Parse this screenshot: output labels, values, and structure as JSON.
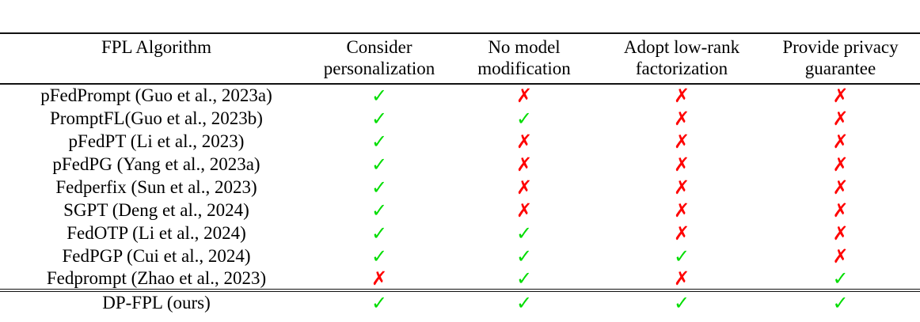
{
  "page": {
    "background": "#ffffff"
  },
  "table": {
    "columns": [
      "FPL Algorithm",
      "Consider personalization",
      "No model modification",
      "Adopt low-rank factorization",
      "Provide privacy guarantee"
    ],
    "rows": [
      {
        "algorithm": "pFedPrompt (Guo et al., 2023a)",
        "marks": [
          "check",
          "cross",
          "cross",
          "cross"
        ],
        "final": false
      },
      {
        "algorithm": "PromptFL(Guo et al., 2023b)",
        "marks": [
          "check",
          "check",
          "cross",
          "cross"
        ],
        "final": false
      },
      {
        "algorithm": "pFedPT (Li et al., 2023)",
        "marks": [
          "check",
          "cross",
          "cross",
          "cross"
        ],
        "final": false
      },
      {
        "algorithm": "pFedPG (Yang et al., 2023a)",
        "marks": [
          "check",
          "cross",
          "cross",
          "cross"
        ],
        "final": false
      },
      {
        "algorithm": "Fedperfix (Sun et al., 2023)",
        "marks": [
          "check",
          "cross",
          "cross",
          "cross"
        ],
        "final": false
      },
      {
        "algorithm": "SGPT (Deng et al., 2024)",
        "marks": [
          "check",
          "cross",
          "cross",
          "cross"
        ],
        "final": false
      },
      {
        "algorithm": "FedOTP (Li et al., 2024)",
        "marks": [
          "check",
          "check",
          "cross",
          "cross"
        ],
        "final": false
      },
      {
        "algorithm": "FedPGP (Cui et al., 2024)",
        "marks": [
          "check",
          "check",
          "check",
          "cross"
        ],
        "final": false
      },
      {
        "algorithm": "Fedprompt (Zhao et al., 2023)",
        "marks": [
          "cross",
          "check",
          "cross",
          "check"
        ],
        "final": false
      },
      {
        "algorithm": "DP-FPL (ours)",
        "marks": [
          "check",
          "check",
          "check",
          "check"
        ],
        "final": true
      }
    ],
    "glyphs": {
      "check": "✓",
      "cross": "✗"
    },
    "colors": {
      "check": "#00DD00",
      "cross": "#FF0000",
      "rule": "#111111",
      "text": "#000000"
    }
  }
}
